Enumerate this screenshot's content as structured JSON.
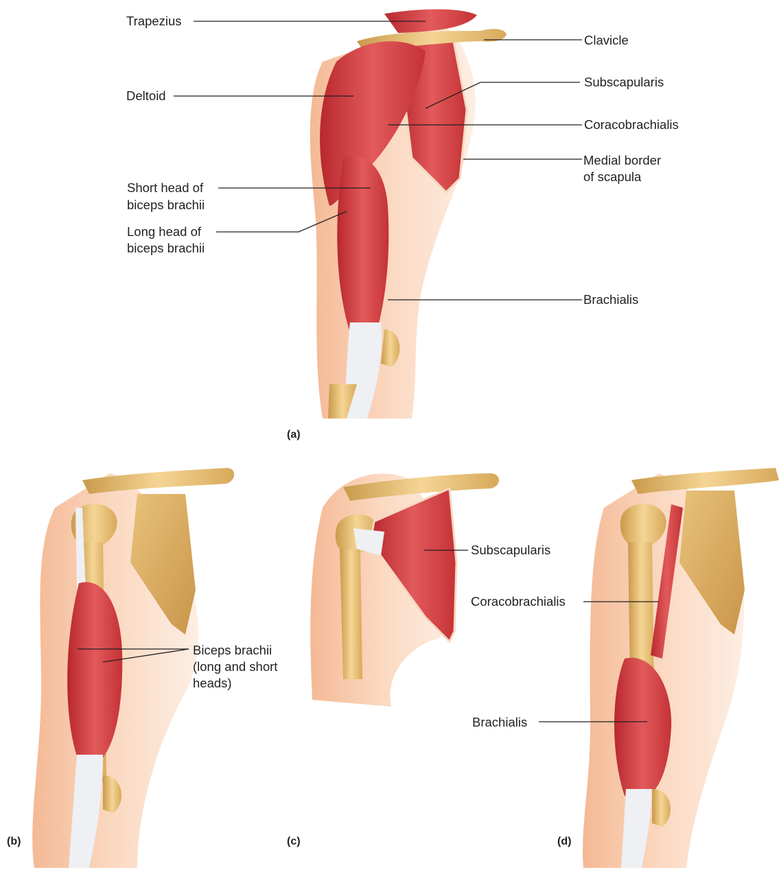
{
  "panels": {
    "a": "(a)",
    "b": "(b)",
    "c": "(c)",
    "d": "(d)"
  },
  "labels_a": {
    "trapezius": "Trapezius",
    "clavicle": "Clavicle",
    "deltoid": "Deltoid",
    "subscapularis": "Subscapularis",
    "coracobrachialis": "Coracobrachialis",
    "medial_border_line1": "Medial border",
    "medial_border_line2": "of scapula",
    "short_head_line1": "Short head of",
    "short_head_line2": "biceps brachii",
    "long_head_line1": "Long head of",
    "long_head_line2": "biceps brachii",
    "brachialis": "Brachialis"
  },
  "labels_b": {
    "biceps_line1": "Biceps brachii",
    "biceps_line2": "(long and short",
    "biceps_line3": "heads)"
  },
  "labels_c": {
    "subscapularis": "Subscapularis"
  },
  "labels_d": {
    "coracobrachialis": "Coracobrachialis",
    "brachialis": "Brachialis"
  },
  "colors": {
    "skin": "#f6c7a6",
    "skin_light": "#fbe2cf",
    "muscle": "#d9474a",
    "muscle_dark": "#b8282e",
    "tendon": "#eef0f3",
    "bone": "#e8c27a",
    "bone_dark": "#c99a4a",
    "leader": "#231f20"
  }
}
